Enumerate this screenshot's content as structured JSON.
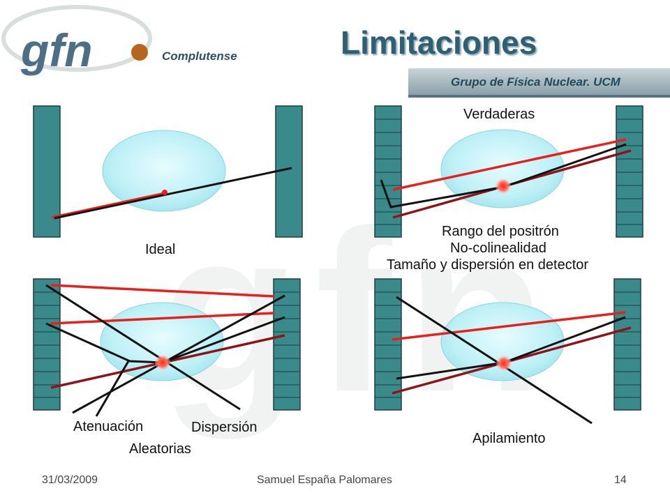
{
  "slide": {
    "title": "Limitaciones",
    "logo_text": "gfn",
    "logo_subtext": "Complutense",
    "group_name": "Grupo de Física Nuclear. UCM",
    "background_watermark": "gfn"
  },
  "panels": {
    "ideal": {
      "label": "Ideal"
    },
    "true_events": {
      "label": "Verdaderas",
      "effects": [
        "Rango del positrón",
        "No-colinealidad",
        "Tamaño y dispersión en detector"
      ]
    },
    "scatter_random": {
      "labels": [
        "Atenuación",
        "Dispersión",
        "Aleatorias"
      ]
    },
    "pileup": {
      "label": "Apilamiento"
    }
  },
  "footer": {
    "date": "31/03/2009",
    "author": "Samuel España Palomares",
    "page": "14"
  },
  "colors": {
    "detector": "#3a8a8c",
    "detector_stroke": "#1c3f40",
    "phantom": "#bff2f7",
    "line_red": "#e8201c",
    "line_darkred": "#8e1418",
    "line_black": "#111111",
    "title": "#2f5f73"
  }
}
